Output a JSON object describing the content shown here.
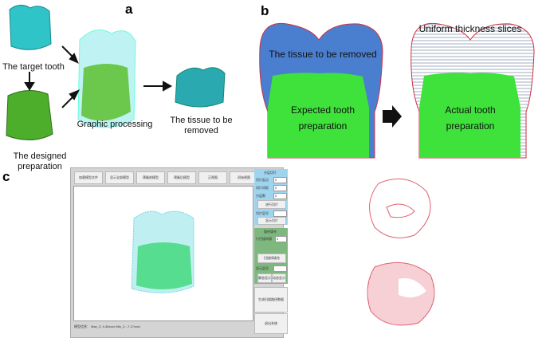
{
  "panels": {
    "a": "a",
    "b": "b",
    "c": "c"
  },
  "panel_a": {
    "target": "The target tooth",
    "designed": "The designed preparation",
    "processing": "Graphic processing",
    "removed": "The tissue to be removed"
  },
  "panel_b": {
    "tissue": "The tissue to be removed",
    "expected": "Expected tooth preparation",
    "slices": "Uniform thickness slices",
    "actual": "Actual tooth preparation"
  },
  "panel_c": {
    "toolbar": [
      "加载模型文件",
      "显示全部模型",
      "预备前模型",
      "预备后模型",
      "正视图",
      "初始视图"
    ],
    "slice_group": {
      "title": "分层切片",
      "start": "切片起点",
      "start_val": "0",
      "interval": "切片间距",
      "interval_val": "0",
      "layers": "分层数",
      "layers_val": "0",
      "do_slice": "进行切片",
      "layer_no": "切片层号",
      "show_slice": "显示切片"
    },
    "fill_group": {
      "title": "路径填充",
      "scan_interval": "行扫描间隔",
      "scan_val": "0",
      "scan_fill": "扫描线填充",
      "show_layer": "显示层号",
      "static": "静态显示",
      "dynamic": "动态显示"
    },
    "generate": "生成扫描路径数据",
    "exit": "退出系统",
    "status": "模型信息： Max_Z: 4.45xxxx  Min_Z: -7.17xxxx"
  },
  "colors": {
    "cyan": "#2fc4c8",
    "green": "#3ee23a",
    "blue": "#4a7fd0",
    "red": "#d03040"
  }
}
